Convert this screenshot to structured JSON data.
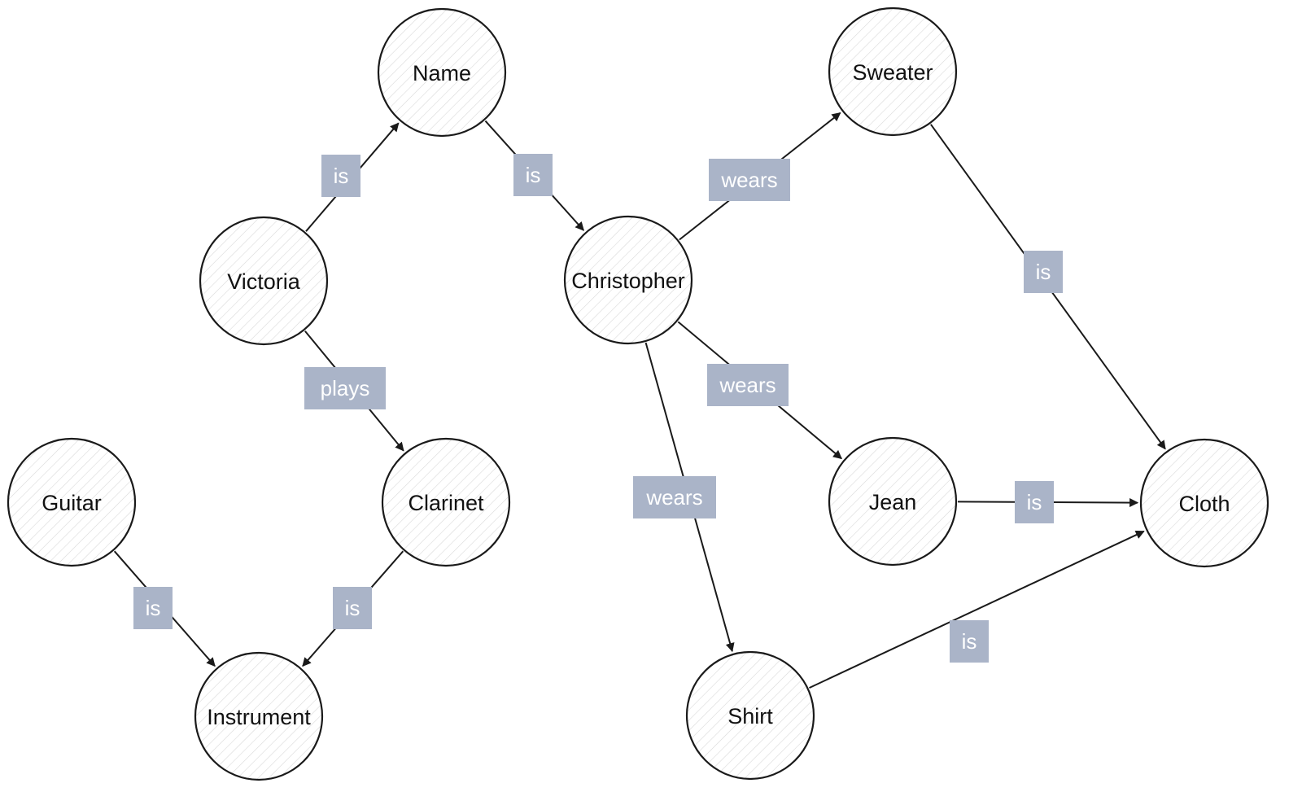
{
  "colors": {
    "node_stroke": "#1a1a1a",
    "node_hatch": "#d6d6d6",
    "edge": "#1a1a1a",
    "label_bg": "#aab4c8",
    "label_text": "#ffffff"
  },
  "nodes": [
    {
      "id": "name",
      "label": "Name"
    },
    {
      "id": "victoria",
      "label": "Victoria"
    },
    {
      "id": "christopher",
      "label": "Christopher"
    },
    {
      "id": "sweater",
      "label": "Sweater"
    },
    {
      "id": "guitar",
      "label": "Guitar"
    },
    {
      "id": "clarinet",
      "label": "Clarinet"
    },
    {
      "id": "jean",
      "label": "Jean"
    },
    {
      "id": "cloth",
      "label": "Cloth"
    },
    {
      "id": "instrument",
      "label": "Instrument"
    },
    {
      "id": "shirt",
      "label": "Shirt"
    }
  ],
  "edges": [
    {
      "from": "victoria",
      "to": "name",
      "label": "is"
    },
    {
      "from": "name",
      "to": "christopher",
      "label": "is"
    },
    {
      "from": "victoria",
      "to": "clarinet",
      "label": "plays"
    },
    {
      "from": "christopher",
      "to": "sweater",
      "label": "wears"
    },
    {
      "from": "christopher",
      "to": "jean",
      "label": "wears"
    },
    {
      "from": "christopher",
      "to": "shirt",
      "label": "wears"
    },
    {
      "from": "sweater",
      "to": "cloth",
      "label": "is"
    },
    {
      "from": "jean",
      "to": "cloth",
      "label": "is"
    },
    {
      "from": "shirt",
      "to": "cloth",
      "label": "is"
    },
    {
      "from": "guitar",
      "to": "instrument",
      "label": "is"
    },
    {
      "from": "clarinet",
      "to": "instrument",
      "label": "is"
    }
  ]
}
